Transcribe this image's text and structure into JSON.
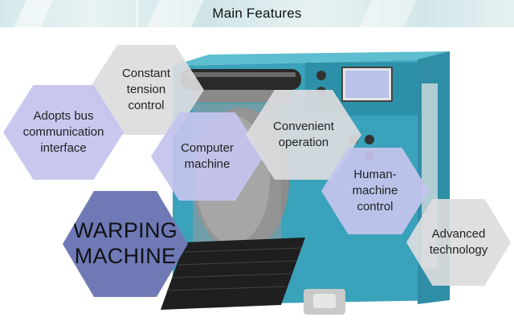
{
  "header": {
    "title": "Main Features"
  },
  "features": {
    "constant_tension": [
      "Constant",
      "tension",
      "control"
    ],
    "bus_interface": [
      "Adopts bus",
      "communication",
      "interface"
    ],
    "computer_machine": [
      "Computer",
      "machine"
    ],
    "convenient_operation": [
      "Convenient",
      "operation"
    ],
    "hmi_control": [
      "Human-",
      "machine",
      "control"
    ],
    "advanced_technology": [
      "Advanced",
      "technology"
    ]
  },
  "product": [
    "WARPING",
    "MACHINE"
  ],
  "colors": {
    "machine_body": "#3aa2ba",
    "hex_gray": "#dcdcde",
    "hex_lilac": "#c4c4ee",
    "hex_main": "#6f79b6"
  }
}
